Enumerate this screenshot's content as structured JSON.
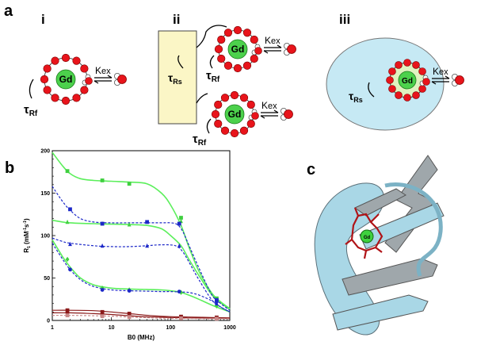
{
  "panel_labels": {
    "a": "a",
    "b": "b",
    "c": "c"
  },
  "subpanels": {
    "i": "i",
    "ii": "ii",
    "iii": "iii"
  },
  "symbols": {
    "gd": "Gd",
    "tau": "τ",
    "rf_sub": "Rf",
    "rs_sub": "Rs",
    "kex_k": "K",
    "kex_sub": "ex"
  },
  "colors": {
    "ring": "#e8141b",
    "gd_fill": "#4cd14c",
    "box_fill": "#fbf6c6",
    "ellipse_fill": "#c6e9f4",
    "protein": "#a9d7e6",
    "green_series": "#5bef5b",
    "blue_series": "#1c28c8",
    "dark_red_series": "#8b1a1a"
  },
  "chart_data": {
    "type": "line",
    "xlabel": "B0 (MHz)",
    "ylabel_main": "R",
    "ylabel_sub": "1",
    "ylabel_units": "(mM",
    "ylabel_u1": "-1",
    "ylabel_mid": "s",
    "ylabel_u2": "-1",
    "ylabel_end": ")",
    "x_scale": "log",
    "xlim": [
      1,
      1000
    ],
    "ylim": [
      0,
      200
    ],
    "xticks": [
      {
        "v": 1,
        "label": "1"
      },
      {
        "v": 10,
        "label": "10"
      },
      {
        "v": 100,
        "label": "100"
      },
      {
        "v": 1000,
        "label": "1000"
      }
    ],
    "yticks": [
      {
        "v": 0,
        "label": "0"
      },
      {
        "v": 50,
        "label": "50"
      },
      {
        "v": 100,
        "label": "100"
      },
      {
        "v": 150,
        "label": "150"
      },
      {
        "v": 200,
        "label": "200"
      }
    ],
    "series": [
      {
        "color": "green",
        "dash": false,
        "marker": "square",
        "curve": [
          [
            1,
            198
          ],
          [
            1.5,
            182
          ],
          [
            2,
            173
          ],
          [
            3,
            167
          ],
          [
            5,
            165
          ],
          [
            10,
            164
          ],
          [
            20,
            163
          ],
          [
            40,
            161
          ],
          [
            70,
            150
          ],
          [
            100,
            136
          ],
          [
            150,
            112
          ],
          [
            200,
            88
          ],
          [
            300,
            58
          ],
          [
            500,
            32
          ],
          [
            700,
            22
          ],
          [
            1000,
            14
          ]
        ],
        "points": [
          [
            1.8,
            176
          ],
          [
            7,
            165
          ],
          [
            20,
            161
          ],
          [
            150,
            121
          ],
          [
            600,
            26
          ]
        ]
      },
      {
        "color": "green",
        "dash": false,
        "marker": "triangle",
        "curve": [
          [
            1,
            118
          ],
          [
            1.5,
            116
          ],
          [
            2,
            115
          ],
          [
            5,
            114
          ],
          [
            10,
            113.5
          ],
          [
            20,
            113
          ],
          [
            40,
            112
          ],
          [
            70,
            108
          ],
          [
            100,
            100
          ],
          [
            150,
            88
          ],
          [
            200,
            73
          ],
          [
            300,
            53
          ],
          [
            500,
            30
          ],
          [
            700,
            21
          ],
          [
            1000,
            13
          ]
        ],
        "points": [
          [
            1.8,
            116
          ],
          [
            7,
            114
          ],
          [
            20,
            113
          ],
          [
            150,
            117
          ],
          [
            600,
            25
          ]
        ]
      },
      {
        "color": "green",
        "dash": false,
        "marker": "diamond",
        "curve": [
          [
            1,
            95
          ],
          [
            1.5,
            75
          ],
          [
            2,
            63
          ],
          [
            3,
            50
          ],
          [
            5,
            42
          ],
          [
            10,
            38
          ],
          [
            20,
            37
          ],
          [
            40,
            36.5
          ],
          [
            70,
            36
          ],
          [
            100,
            35
          ],
          [
            150,
            33
          ],
          [
            200,
            30
          ],
          [
            300,
            25
          ],
          [
            500,
            18
          ],
          [
            700,
            14
          ],
          [
            1000,
            10
          ]
        ],
        "points": [
          [
            1.8,
            72
          ],
          [
            7,
            38
          ],
          [
            20,
            36
          ],
          [
            150,
            33
          ],
          [
            600,
            17
          ]
        ]
      },
      {
        "color": "blue",
        "dash": true,
        "marker": "square",
        "curve": [
          [
            1,
            158
          ],
          [
            1.5,
            140
          ],
          [
            2,
            130
          ],
          [
            3,
            120
          ],
          [
            5,
            116
          ],
          [
            10,
            115
          ],
          [
            20,
            115
          ],
          [
            40,
            115
          ],
          [
            70,
            115
          ],
          [
            100,
            115
          ],
          [
            130,
            113
          ],
          [
            160,
            105
          ],
          [
            200,
            90
          ],
          [
            300,
            62
          ],
          [
            500,
            30
          ],
          [
            700,
            20
          ],
          [
            1000,
            12
          ]
        ],
        "points": [
          [
            2,
            131
          ],
          [
            7,
            114
          ],
          [
            40,
            116
          ],
          [
            140,
            114
          ],
          [
            600,
            24
          ]
        ]
      },
      {
        "color": "blue",
        "dash": true,
        "marker": "triangle",
        "curve": [
          [
            1,
            97
          ],
          [
            1.5,
            93
          ],
          [
            2,
            91
          ],
          [
            5,
            88
          ],
          [
            10,
            87
          ],
          [
            20,
            87
          ],
          [
            40,
            88
          ],
          [
            60,
            89
          ],
          [
            100,
            89
          ],
          [
            130,
            87
          ],
          [
            160,
            81
          ],
          [
            200,
            70
          ],
          [
            300,
            48
          ],
          [
            500,
            24
          ],
          [
            700,
            16
          ],
          [
            1000,
            10
          ]
        ],
        "points": [
          [
            2,
            90
          ],
          [
            7,
            88
          ],
          [
            40,
            88
          ],
          [
            140,
            88
          ],
          [
            600,
            20
          ]
        ]
      },
      {
        "color": "blue",
        "dash": true,
        "marker": "circle",
        "curve": [
          [
            1,
            91
          ],
          [
            1.5,
            72
          ],
          [
            2,
            60
          ],
          [
            3,
            48
          ],
          [
            5,
            40
          ],
          [
            10,
            36
          ],
          [
            20,
            35
          ],
          [
            40,
            34.5
          ],
          [
            70,
            34
          ],
          [
            100,
            34
          ],
          [
            150,
            33.5
          ],
          [
            200,
            33
          ],
          [
            300,
            30
          ],
          [
            500,
            23
          ],
          [
            700,
            16
          ],
          [
            1000,
            10
          ]
        ],
        "points": [
          [
            2,
            60
          ],
          [
            7,
            36
          ],
          [
            20,
            35
          ],
          [
            140,
            34
          ],
          [
            600,
            22
          ]
        ]
      },
      {
        "color": "dark_red",
        "dash": false,
        "marker": "square",
        "curve": [
          [
            1,
            12
          ],
          [
            2,
            12
          ],
          [
            5,
            11.5
          ],
          [
            10,
            10
          ],
          [
            20,
            8
          ],
          [
            50,
            5.5
          ],
          [
            100,
            4.5
          ],
          [
            200,
            4
          ],
          [
            500,
            3.5
          ],
          [
            1000,
            3
          ]
        ],
        "points": [
          [
            1.8,
            12
          ],
          [
            7,
            10
          ],
          [
            20,
            8
          ],
          [
            150,
            4.5
          ],
          [
            600,
            3.5
          ]
        ]
      },
      {
        "color": "dark_red",
        "dash": false,
        "marker": "circle",
        "curve": [
          [
            1,
            9
          ],
          [
            2,
            9
          ],
          [
            5,
            8
          ],
          [
            10,
            7
          ],
          [
            20,
            5.5
          ],
          [
            50,
            4
          ],
          [
            100,
            3.5
          ],
          [
            200,
            3
          ],
          [
            500,
            2.8
          ],
          [
            1000,
            2.5
          ]
        ],
        "points": [
          [
            1.8,
            9
          ],
          [
            7,
            7
          ],
          [
            20,
            5.5
          ],
          [
            150,
            3.5
          ],
          [
            600,
            2.8
          ]
        ]
      },
      {
        "color": "light_red",
        "dash": true,
        "marker": "square",
        "curve": [
          [
            1,
            6
          ],
          [
            2,
            6
          ],
          [
            5,
            5.5
          ],
          [
            10,
            5
          ],
          [
            20,
            4
          ],
          [
            50,
            3
          ],
          [
            100,
            2.5
          ],
          [
            200,
            2.3
          ],
          [
            500,
            2
          ],
          [
            1000,
            2
          ]
        ],
        "points": [
          [
            1.8,
            6
          ],
          [
            7,
            5
          ],
          [
            20,
            4
          ],
          [
            150,
            2.5
          ],
          [
            600,
            2
          ]
        ]
      }
    ]
  }
}
